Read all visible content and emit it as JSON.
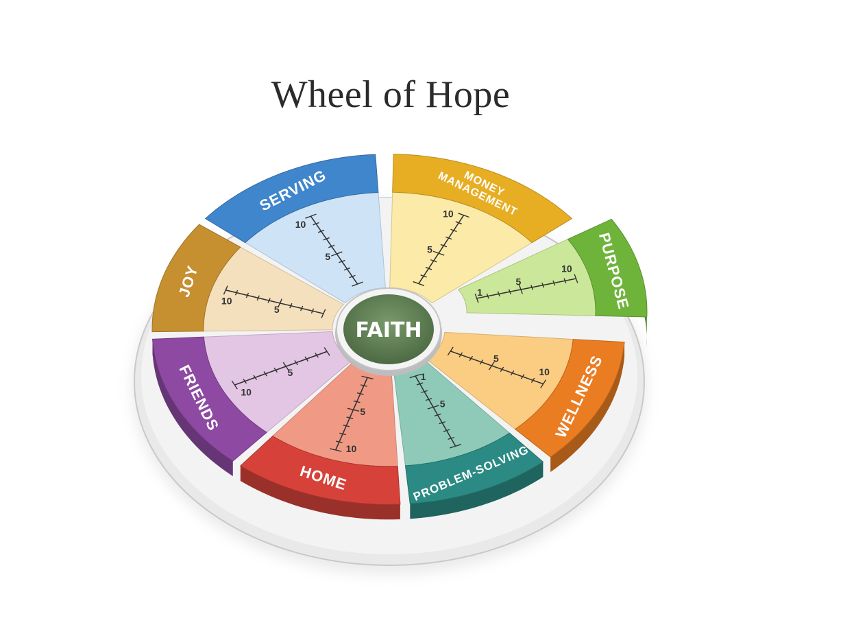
{
  "title": "Wheel of Hope",
  "hub": {
    "label": "FAITH",
    "color": "#5e7a52"
  },
  "segments": [
    {
      "name": "serving",
      "label": [
        "SERVING"
      ],
      "outer_color": "#3f86cc",
      "inner_color": "#cfe3f6",
      "ticks": [
        "10",
        "5"
      ]
    },
    {
      "name": "money-management",
      "label": [
        "MONEY",
        "MANAGEMENT"
      ],
      "outer_color": "#e7ae24",
      "inner_color": "#fbeaa8",
      "ticks": [
        "10",
        "5"
      ]
    },
    {
      "name": "purpose",
      "label": [
        "PURPOSE"
      ],
      "outer_color": "#6fb43a",
      "inner_color": "#cbe79a",
      "ticks": [
        "10",
        "5",
        "1"
      ],
      "raised": true
    },
    {
      "name": "wellness",
      "label": [
        "WELLNESS"
      ],
      "outer_color": "#ea7d22",
      "inner_color": "#fbcd83",
      "ticks": [
        "5",
        "10"
      ]
    },
    {
      "name": "problem-solving",
      "label": [
        "PROBLEM-SOLVING"
      ],
      "outer_color": "#2b8b84",
      "inner_color": "#8fcab9",
      "ticks": [
        "5",
        "1"
      ]
    },
    {
      "name": "home",
      "label": [
        "HOME"
      ],
      "outer_color": "#d6423a",
      "inner_color": "#f09a85",
      "ticks": [
        "5",
        "10"
      ]
    },
    {
      "name": "friends",
      "label": [
        "FRIENDS"
      ],
      "outer_color": "#8e4aa2",
      "inner_color": "#e3c6e3",
      "ticks": [
        "5",
        "10"
      ]
    },
    {
      "name": "joy",
      "label": [
        "JOY"
      ],
      "outer_color": "#c69030",
      "inner_color": "#f4e0bd",
      "ticks": [
        "10",
        "5"
      ]
    }
  ]
}
